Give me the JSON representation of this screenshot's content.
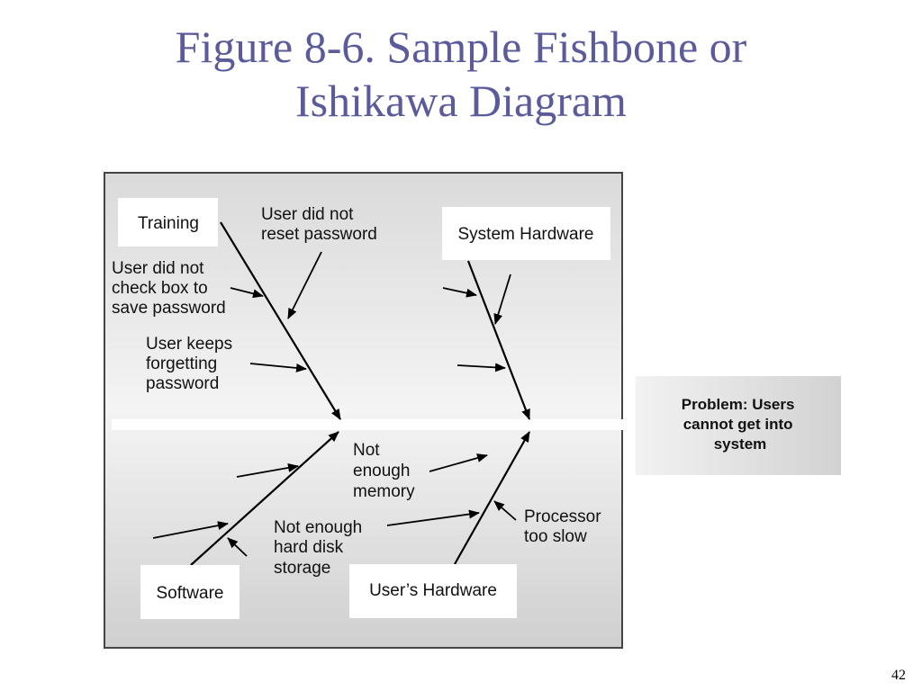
{
  "slide": {
    "title_line1": "Figure 8-6. Sample Fishbone or",
    "title_line2": "Ishikawa Diagram",
    "page_number": "42"
  },
  "diagram": {
    "problem": [
      "Problem: Users",
      "cannot get into",
      "system"
    ],
    "categories": {
      "training": "Training",
      "system_hardware": "System Hardware",
      "software": "Software",
      "users_hardware": "User’s Hardware"
    },
    "causes": {
      "user_did_not_reset_password": [
        "User did not",
        "reset password"
      ],
      "user_did_not_check_box": [
        "User did not",
        "check box to",
        "save password"
      ],
      "user_keeps_forgetting": [
        "User keeps",
        "forgetting",
        "password"
      ],
      "not_enough_memory": [
        "Not",
        "enough",
        "memory"
      ],
      "not_enough_hard_disk": [
        "Not enough",
        "hard disk",
        "storage"
      ],
      "processor_too_slow": [
        "Processor",
        "too slow"
      ]
    }
  }
}
